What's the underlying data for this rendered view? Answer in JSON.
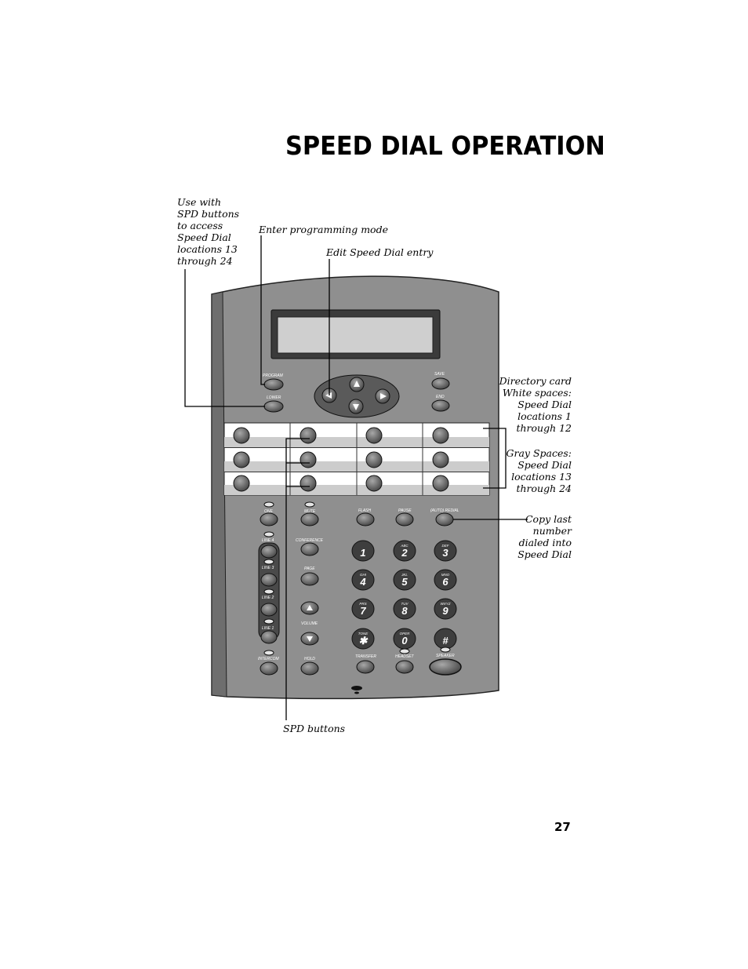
{
  "page": {
    "title": "SPEED DIAL OPERATION",
    "number": "27"
  },
  "callouts": {
    "lower": "Use with\nSPD buttons\nto access\nSpeed Dial\nlocations 13\nthrough 24",
    "program": "Enter programming mode",
    "edit": "Edit Speed Dial entry",
    "directory": "Directory card\nWhite spaces:\nSpeed Dial\nlocations 1\nthrough 12",
    "gray": "Gray Spaces:\nSpeed Dial\nlocations 13\nthrough 24",
    "redial": "Copy last\nnumber\ndialed into\nSpeed Dial",
    "spd": "SPD buttons"
  },
  "phone": {
    "buttons": {
      "program": "PROGRAM",
      "lower": "LOWER",
      "save": "SAVE",
      "end": "END",
      "one": "ONE",
      "mute": "MUTE",
      "flash": "FLASH",
      "pause": "PAUSE",
      "redial": "(AUTO) REDIAL",
      "line4": "LINE 4",
      "line3": "LINE 3",
      "line2": "LINE 2",
      "line1": "LINE 1",
      "conference": "CONFERENCE",
      "page": "PAGE",
      "volume": "VOLUME",
      "intercom": "INTERCOM",
      "hold": "HOLD",
      "transfer": "TRANSFER",
      "headset": "HEADSET",
      "speaker": "SPEAKER"
    },
    "keypad": [
      {
        "digit": "1",
        "letters": ""
      },
      {
        "digit": "2",
        "letters": "ABC"
      },
      {
        "digit": "3",
        "letters": "DEF"
      },
      {
        "digit": "4",
        "letters": "GHI"
      },
      {
        "digit": "5",
        "letters": "JKL"
      },
      {
        "digit": "6",
        "letters": "MNO"
      },
      {
        "digit": "7",
        "letters": "PRS"
      },
      {
        "digit": "8",
        "letters": "TUV"
      },
      {
        "digit": "9",
        "letters": "WXYZ"
      },
      {
        "digit": "✱",
        "letters": "TONE"
      },
      {
        "digit": "0",
        "letters": "OPER"
      },
      {
        "digit": "#",
        "letters": ""
      }
    ]
  }
}
